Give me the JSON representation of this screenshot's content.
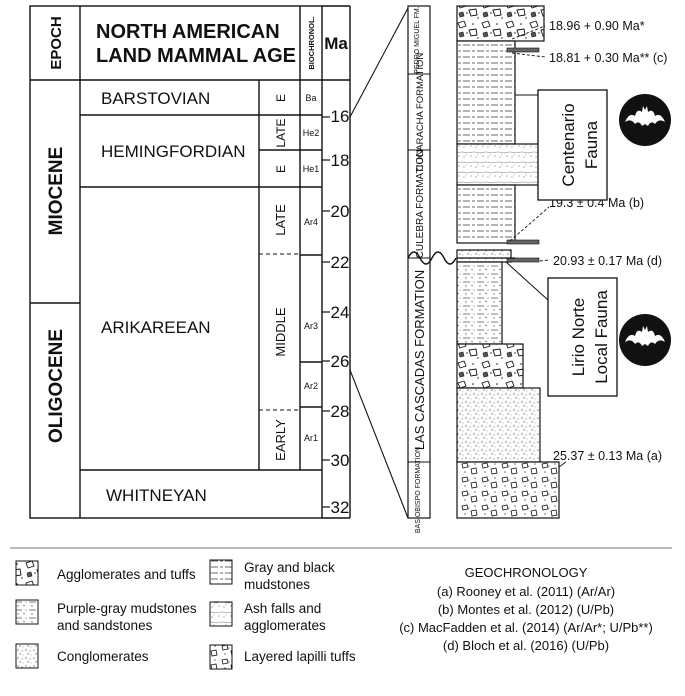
{
  "timescale": {
    "headers": {
      "epoch": "EPOCH",
      "nalma_line1": "NORTH AMERICAN",
      "nalma_line2": "LAND MAMMAL AGE",
      "biochron": "BIOCHRONOL.",
      "ma": "Ma"
    },
    "epochs": [
      "MIOCENE",
      "OLIGOCENE"
    ],
    "ages": [
      "BARSTOVIAN",
      "HEMINGFORDIAN",
      "ARIKAREEAN",
      "WHITNEYAN"
    ],
    "subdivisions": [
      "E",
      "LATE",
      "E",
      "LATE",
      "MIDDLE",
      "EARLY"
    ],
    "biochrons": [
      "Ba",
      "He2",
      "He1",
      "Ar4",
      "Ar3",
      "Ar2",
      "Ar1"
    ],
    "ma_ticks": [
      "16",
      "18",
      "20",
      "22",
      "24",
      "26",
      "28",
      "30",
      "32"
    ]
  },
  "column": {
    "formations": [
      "PEDRO MIGUEL FM.",
      "CUCARACHA FORMATION",
      "CULEBRA FORMATION",
      "LAS CASCADAS FORMATION",
      "BAS OBISPO FORMATION"
    ],
    "dates": [
      "18.96 + 0.90 Ma*",
      "18.81 + 0.30 Ma** (c)",
      "19.3 ± 0.4 Ma (b)",
      "20.93 ± 0.17 Ma (d)",
      "25.37 ± 0.13 Ma (a)"
    ],
    "faunas": [
      {
        "line1": "Centenario",
        "line2": "Fauna"
      },
      {
        "line1": "Lirio Norte",
        "line2": "Local Fauna"
      }
    ]
  },
  "legend": {
    "items": [
      {
        "label1": "Agglomerates and tuffs",
        "label2": "",
        "pattern": "agglomerate"
      },
      {
        "label1": "Purple-gray mudstones",
        "label2": "and sandstones",
        "pattern": "mudsand"
      },
      {
        "label1": "Conglomerates",
        "label2": "",
        "pattern": "conglomerate"
      },
      {
        "label1": "Gray and black",
        "label2": "mudstones",
        "pattern": "mudstone"
      },
      {
        "label1": "Ash falls and",
        "label2": "agglomerates",
        "pattern": "ashfall"
      },
      {
        "label1": "Layered lapilli tuffs",
        "label2": "",
        "pattern": "lapilli"
      }
    ],
    "geochronology": {
      "title": "GEOCHRONOLOGY",
      "refs": [
        "(a) Rooney et al.  (2011) (Ar/Ar)",
        "(b) Montes et al.  (2012) (U/Pb)",
        "(c) MacFadden et al.  (2014) (Ar/Ar*; U/Pb**)",
        "(d) Bloch et al.  (2016) (U/Pb)"
      ]
    }
  }
}
